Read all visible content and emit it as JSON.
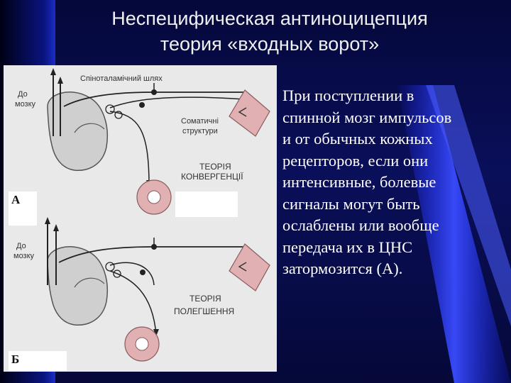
{
  "slide": {
    "title_line1": "Неспецифическая антиноцицепция",
    "title_line2": "теория «входных ворот»",
    "body_lines": [
      "При поступлении в",
      "спинной мозг импульсов",
      "и от обычных кожных",
      "рецепторов, если они",
      "интенсивные, болевые",
      "сигналы могут быть",
      "ослаблены или вообще",
      "передача  их в ЦНС",
      "затормозится (А)."
    ]
  },
  "figure": {
    "top": {
      "to_brain_1": "До",
      "to_brain_2": "мозку",
      "tract_label": "Спіноталамічний шлях",
      "somatic_1": "Соматичні",
      "somatic_2": "структури",
      "theory_1": "ТЕОРІЯ",
      "theory_2": "КОНВЕРГЕНЦІЇ",
      "panel_label": "А"
    },
    "bottom": {
      "to_brain_1": "До",
      "to_brain_2": "мозку",
      "theory_1": "ТЕОРІЯ",
      "theory_2": "ПОЛЕГШЕННЯ",
      "panel_label": "Б"
    }
  },
  "colors": {
    "background": "#0a0f5a",
    "accent_stripe": "#2a3cff",
    "figure_bg": "#e9e9e9",
    "title": "#f0f0f0",
    "body": "#ffffff"
  }
}
